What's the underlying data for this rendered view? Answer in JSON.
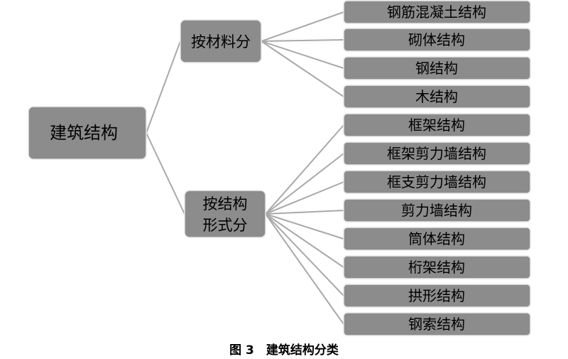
{
  "diagram": {
    "root": "建筑结构",
    "branches": [
      {
        "label_lines": [
          "按材料分"
        ],
        "children": [
          "钢筋混凝土结构",
          "砌体结构",
          "钢结构",
          "木结构"
        ]
      },
      {
        "label_lines": [
          "按结构",
          "形式分"
        ],
        "children": [
          "框架结构",
          "框架剪力墙结构",
          "框支剪力墙结构",
          "剪力墙结构",
          "筒体结构",
          "桁架结构",
          "拱形结构",
          "钢索结构"
        ]
      }
    ],
    "caption": "图 3　建筑结构分类"
  }
}
